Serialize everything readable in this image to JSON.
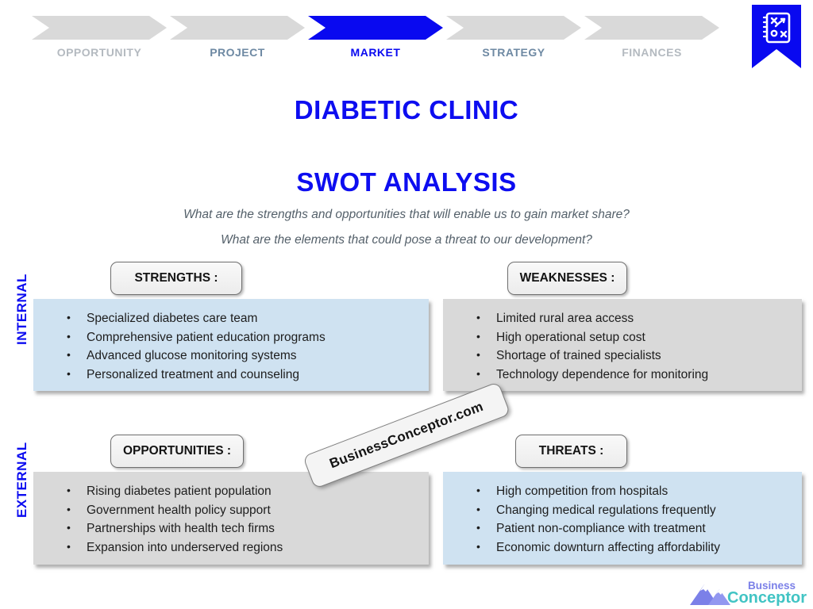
{
  "nav": {
    "steps": [
      {
        "label": "OPPORTUNITY",
        "state": "inactive"
      },
      {
        "label": "PROJECT",
        "state": "adjacent"
      },
      {
        "label": "MARKET",
        "state": "active"
      },
      {
        "label": "STRATEGY",
        "state": "adjacent"
      },
      {
        "label": "FINANCES",
        "state": "inactive"
      }
    ]
  },
  "header": {
    "title": "DIABETIC CLINIC",
    "subtitle": "SWOT ANALYSIS",
    "question1": "What are the strengths and opportunities that will enable us to gain market share?",
    "question2": "What are the elements that could pose a threat to our development?"
  },
  "swot": {
    "row_labels": {
      "internal": "INTERNAL",
      "external": "EXTERNAL"
    },
    "strengths": {
      "title": "STRENGTHS :",
      "items": [
        "Specialized diabetes care team",
        "Comprehensive patient education programs",
        "Advanced glucose monitoring systems",
        "Personalized treatment and counseling"
      ]
    },
    "weaknesses": {
      "title": "WEAKNESSES :",
      "items": [
        "Limited rural area access",
        "High operational setup cost",
        "Shortage of trained specialists",
        "Technology dependence for monitoring"
      ]
    },
    "opportunities": {
      "title": "OPPORTUNITIES :",
      "items": [
        "Rising diabetes patient population",
        "Government health policy support",
        "Partnerships with health tech firms",
        "Expansion into underserved regions"
      ]
    },
    "threats": {
      "title": "THREATS :",
      "items": [
        "High competition from hospitals",
        "Changing medical regulations frequently",
        "Patient non-compliance with treatment",
        "Economic downturn affecting affordability"
      ]
    }
  },
  "watermark": {
    "text": "BusinessConceptor.com"
  },
  "footer_logo": {
    "line1": "Business",
    "line2": "Conceptor"
  },
  "icons": {
    "ribbon_icon": "strategy-playbook-icon",
    "logo_icon": "mountains-icon"
  },
  "colors": {
    "accent_blue": "#0909f0",
    "chevron_gray": "#d9d9d9",
    "box_light_blue": "#cfe2f1",
    "box_gray": "#d9d9d9",
    "nav_inactive_text": "#b4bac0",
    "nav_adjacent_text": "#6e89a3",
    "logo_purple": "#7b80e8",
    "logo_teal": "#41c4c4"
  }
}
